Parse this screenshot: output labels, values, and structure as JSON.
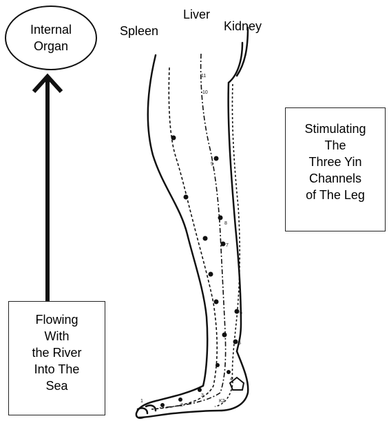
{
  "organ": {
    "line1": "Internal",
    "line2": "Organ"
  },
  "channels": {
    "spleen": "Spleen",
    "liver": "Liver",
    "kidney": "Kidney"
  },
  "caption_right": [
    "Stimulating",
    "The",
    "Three Yin",
    "Channels",
    "of The Leg"
  ],
  "caption_left": [
    "Flowing",
    "With",
    "the River",
    "Into The",
    "Sea"
  ],
  "point_numbers": [
    "11",
    "10",
    "9",
    "8",
    "7",
    "6",
    "5",
    "4",
    "3",
    "2",
    "1",
    "K2"
  ],
  "colors": {
    "line": "#111111",
    "background": "#ffffff"
  }
}
